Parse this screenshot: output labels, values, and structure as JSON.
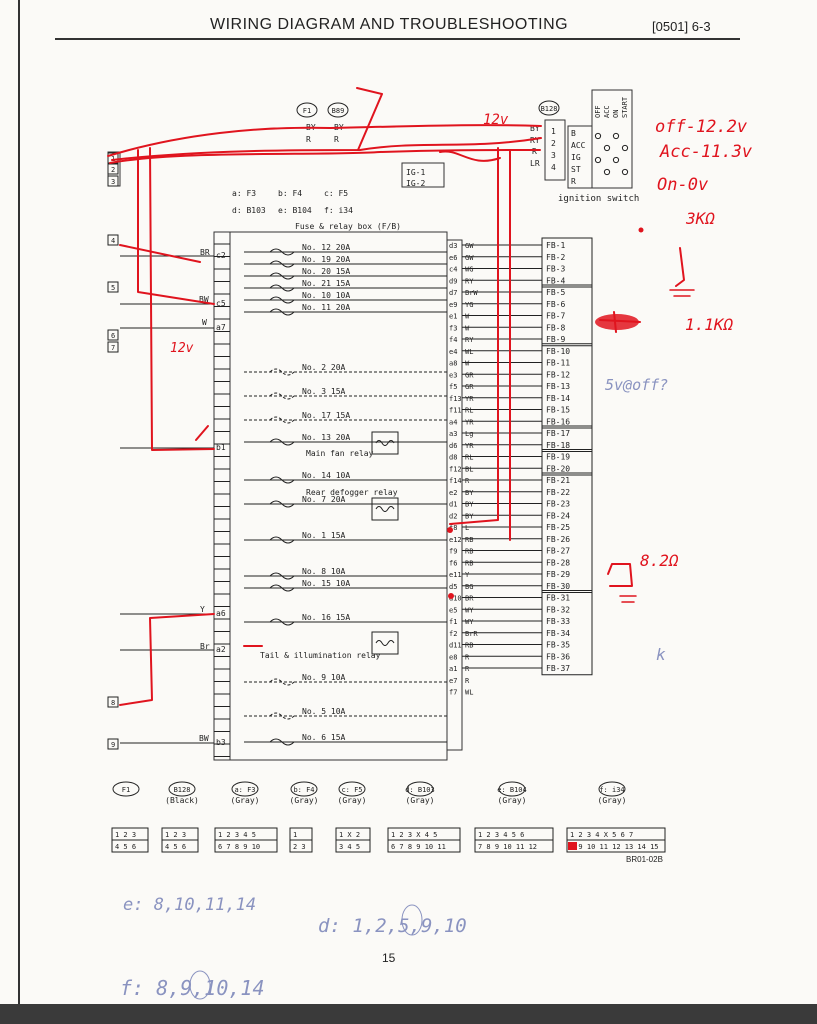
{
  "header": {
    "title": "WIRING DIAGRAM AND TROUBLESHOOTING",
    "code": "[0501] 6-3"
  },
  "page_number": "15",
  "figure_code": "BR01-02B",
  "colors": {
    "ink": "#222222",
    "annotation": "#e0141e",
    "pencil": "#8a93c0"
  },
  "top_connectors": [
    "F1",
    "B89",
    "B128"
  ],
  "top_wire_labels": [
    "BY",
    "R",
    "BY",
    "R",
    "BY",
    "RY",
    "R",
    "LR"
  ],
  "ignition": {
    "label": "ignition switch",
    "terminals": [
      "B",
      "ACC",
      "IG",
      "ST",
      "R"
    ],
    "pins": [
      "1",
      "2",
      "3",
      "4"
    ],
    "positions": [
      "OFF",
      "ACC",
      "ON",
      "START"
    ],
    "outputs": [
      "IG-1",
      "IG-2"
    ]
  },
  "connector_legend": [
    "a: F3",
    "b: F4",
    "c: F5",
    "d: B103",
    "e: B104",
    "f: i34"
  ],
  "fuse_box": {
    "title": "Fuse & relay box (F/B)",
    "left_pins": [
      "c2",
      "c5",
      "a7",
      "b1",
      "a6",
      "a2",
      "b3"
    ],
    "fuses": [
      {
        "label": "No. 12  20A",
        "dashed": false
      },
      {
        "label": "No. 19  20A",
        "dashed": false
      },
      {
        "label": "No. 20  15A",
        "dashed": false
      },
      {
        "label": "No. 21  15A",
        "dashed": false
      },
      {
        "label": "No. 10  10A",
        "dashed": false
      },
      {
        "label": "No. 11  20A",
        "dashed": false
      },
      {
        "label": "No. 2   20A",
        "dashed": true
      },
      {
        "label": "No. 3   15A",
        "dashed": true
      },
      {
        "label": "No. 17  15A",
        "dashed": true
      },
      {
        "label": "No. 13  20A",
        "dashed": false
      },
      {
        "label": "No. 14  10A",
        "dashed": false
      },
      {
        "label": "No. 7   20A",
        "dashed": false
      },
      {
        "label": "No. 1   15A",
        "dashed": false
      },
      {
        "label": "No. 8   10A",
        "dashed": false
      },
      {
        "label": "No. 15  10A",
        "dashed": false
      },
      {
        "label": "No. 16  15A",
        "dashed": false
      },
      {
        "label": "No. 9   10A",
        "dashed": true
      },
      {
        "label": "No. 5   10A",
        "dashed": true
      },
      {
        "label": "No. 6   15A",
        "dashed": false
      }
    ],
    "relays": [
      "Main fan relay",
      "Rear defogger relay",
      "Tail & illumination relay"
    ]
  },
  "left_wire_labels": [
    "BR",
    "BW",
    "W",
    "Y",
    "Br",
    "BW"
  ],
  "left_terminals": [
    "1",
    "2",
    "3",
    "4",
    "5",
    "6",
    "7",
    "8",
    "9"
  ],
  "right_pins": [
    "d3",
    "e6",
    "c4",
    "d9",
    "d7",
    "e9",
    "e1",
    "f3",
    "f4",
    "e4",
    "a8",
    "e3",
    "f5",
    "f13",
    "f11",
    "a4",
    "a3",
    "d6",
    "d8",
    "f12",
    "f14",
    "e2",
    "d1",
    "d2",
    "f8",
    "e12",
    "f9",
    "f6",
    "e11",
    "d5",
    "d10",
    "e5",
    "f1",
    "f2",
    "d11",
    "e8",
    "a1",
    "e7",
    "f7"
  ],
  "right_wires": [
    "GW",
    "GW",
    "WG",
    "RY",
    "BrW",
    "YG",
    "W",
    "W",
    "RY",
    "WL",
    "W",
    "GR",
    "GR",
    "YR",
    "RL",
    "YR",
    "Lg",
    "YR",
    "RL",
    "BL",
    "R",
    "BY",
    "BY",
    "BY",
    "L",
    "RB",
    "RB",
    "RB",
    "Y",
    "BG",
    "BR",
    "WY",
    "WY",
    "BrR",
    "RB",
    "R",
    "R",
    "R",
    "WL"
  ],
  "fb_outputs": [
    "FB-1",
    "FB-2",
    "FB-3",
    "FB-4",
    "FB-5",
    "FB-6",
    "FB-7",
    "FB-8",
    "FB-9",
    "FB-10",
    "FB-11",
    "FB-12",
    "FB-13",
    "FB-14",
    "FB-15",
    "FB-16",
    "FB-17",
    "FB-18",
    "FB-19",
    "FB-20",
    "FB-21",
    "FB-22",
    "FB-23",
    "FB-24",
    "FB-25",
    "FB-26",
    "FB-27",
    "FB-28",
    "FB-29",
    "FB-30",
    "FB-31",
    "FB-32",
    "FB-33",
    "FB-34",
    "FB-35",
    "FB-36",
    "FB-37"
  ],
  "bottom_connectors": [
    {
      "id": "F1",
      "color": ""
    },
    {
      "id": "B128",
      "color": "(Black)"
    },
    {
      "id": "a: F3",
      "color": "(Gray)"
    },
    {
      "id": "b: F4",
      "color": "(Gray)"
    },
    {
      "id": "c: F5",
      "color": "(Gray)"
    },
    {
      "id": "d: B103",
      "color": "(Gray)"
    },
    {
      "id": "e: B104",
      "color": "(Gray)"
    },
    {
      "id": "f: i34",
      "color": "(Gray)"
    }
  ],
  "pin_grids": [
    {
      "top": "1 2 3",
      "bottom": "4 5 6"
    },
    {
      "top": "1 2 3",
      "bottom": "4 5 6"
    },
    {
      "top": "1 2 3 4 5",
      "bottom": "6 7 8 9 10"
    },
    {
      "top": "1",
      "bottom": "2 3"
    },
    {
      "top": "1 X 2",
      "bottom": "3 4 5"
    },
    {
      "top": "1 2 3 X 4 5",
      "bottom": "6 7 8 9 10 11"
    },
    {
      "top": "1 2 3 4 5 6",
      "bottom": "7 8 9 10 11 12"
    },
    {
      "top": "1 2 3 4 X 5 6 7",
      "bottom": "8 9 10 11 12 13 14 15"
    }
  ],
  "red_annotations": {
    "off": "off-12.2v",
    "acc": "Acc-11.3v",
    "on": "On-0v",
    "top_12v": "12v",
    "left_12v": "12v",
    "r3k": "3KΩ",
    "r1k": "1.1KΩ",
    "r8k": "8.2Ω"
  },
  "pencil_annotations": {
    "fb11_note": "5v@off?",
    "e_line": "e: 8,10,11,14",
    "d_line": "d: 1,2,5,9,10",
    "f_line": "f: 8,9,10,14",
    "side_mark": "k"
  }
}
